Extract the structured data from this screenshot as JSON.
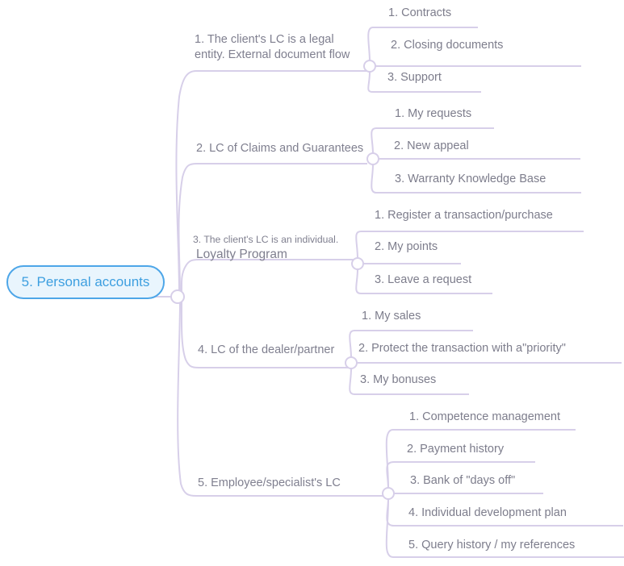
{
  "diagram": {
    "type": "mind-map",
    "title": "5. Personal accounts",
    "colors": {
      "connector": "#d7cfe9",
      "root_border": "#4da6e8",
      "root_fill": "#e9f5fd",
      "root_text": "#3d9fe0",
      "label_text": "#7f7f8f",
      "background": "#ffffff"
    },
    "root": {
      "label": "5. Personal accounts"
    },
    "branches": [
      {
        "label": "1. The client's LC is a legal entity. External document flow",
        "label_line_1": "1. The client's LC is a legal",
        "label_line_2": "entity. External document flow",
        "children": [
          {
            "label": "1. Contracts"
          },
          {
            "label": "2. Closing documents"
          },
          {
            "label": "3. Support"
          }
        ]
      },
      {
        "label": "2. LC of Claims and Guarantees",
        "children": [
          {
            "label": "1. My requests"
          },
          {
            "label": "2. New appeal"
          },
          {
            "label": "3. Warranty Knowledge Base"
          }
        ]
      },
      {
        "label": "3. The client's LC is an individual. Loyalty Program",
        "label_line_1": "3. The client's LC is an individual.",
        "label_line_2": "Loyalty Program",
        "children": [
          {
            "label": "1. Register a transaction/purchase"
          },
          {
            "label": "2. My points"
          },
          {
            "label": "3. Leave a request"
          }
        ]
      },
      {
        "label": "4. LC of the dealer/partner",
        "children": [
          {
            "label": "1. My sales"
          },
          {
            "label": "2. Protect the transaction with a\"priority\""
          },
          {
            "label": "3. My bonuses"
          }
        ]
      },
      {
        "label": "5. Employee/specialist's LC",
        "children": [
          {
            "label": "1. Competence management"
          },
          {
            "label": "2. Payment history"
          },
          {
            "label": "3. Bank of \"days off\""
          },
          {
            "label": "4. Individual development plan"
          },
          {
            "label": "5. Query history / my references"
          }
        ]
      }
    ]
  }
}
